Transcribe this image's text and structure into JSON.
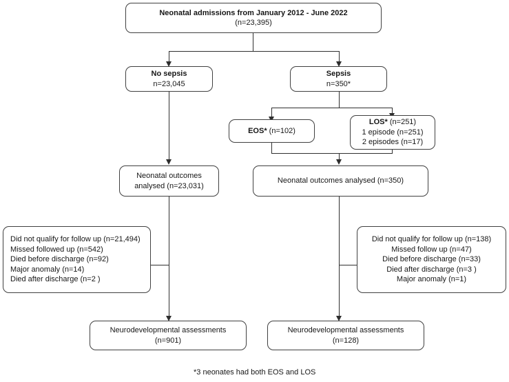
{
  "diagram": {
    "title_node": {
      "line1": "Neonatal admissions from January 2012 - June 2022",
      "line2": "(n=23,395)"
    },
    "no_sepsis": {
      "line1": "No sepsis",
      "line2": "n=23,045"
    },
    "sepsis": {
      "line1": "Sepsis",
      "line2": "n=350*"
    },
    "eos": {
      "label": "EOS*",
      "count": " (n=102)"
    },
    "los": {
      "label": "LOS*",
      "count": " (n=251)",
      "line2": "1 episode (n=251)",
      "line3": "2 episodes (n=17)"
    },
    "outcomes_left": {
      "line1": "Neonatal outcomes",
      "line2": "analysed (n=23,031)"
    },
    "outcomes_right": {
      "line1": "Neonatal outcomes analysed (n=350)"
    },
    "exclusions_left": [
      "Did not qualify for follow up (n=21,494)",
      "Missed followed up (n=542)",
      "Died before discharge (n=92)",
      "Major anomaly (n=14)",
      "Died after discharge (n=2 )"
    ],
    "exclusions_right": [
      "Did not qualify for follow up (n=138)",
      "Missed follow up (n=47)",
      "Died before discharge (n=33)",
      "Died after discharge (n=3 )",
      "Major anomaly (n=1)"
    ],
    "assessments_left": {
      "line1": "Neurodevelopmental assessments",
      "line2": "(n=901)"
    },
    "assessments_right": {
      "line1": "Neurodevelopmental assessments",
      "line2": "(n=128)"
    },
    "footnote": "*3 neonates had both EOS and LOS"
  },
  "colors": {
    "border": "#3f3f3f",
    "line": "#2e2e2e",
    "text": "#161616",
    "background": "#ffffff"
  }
}
